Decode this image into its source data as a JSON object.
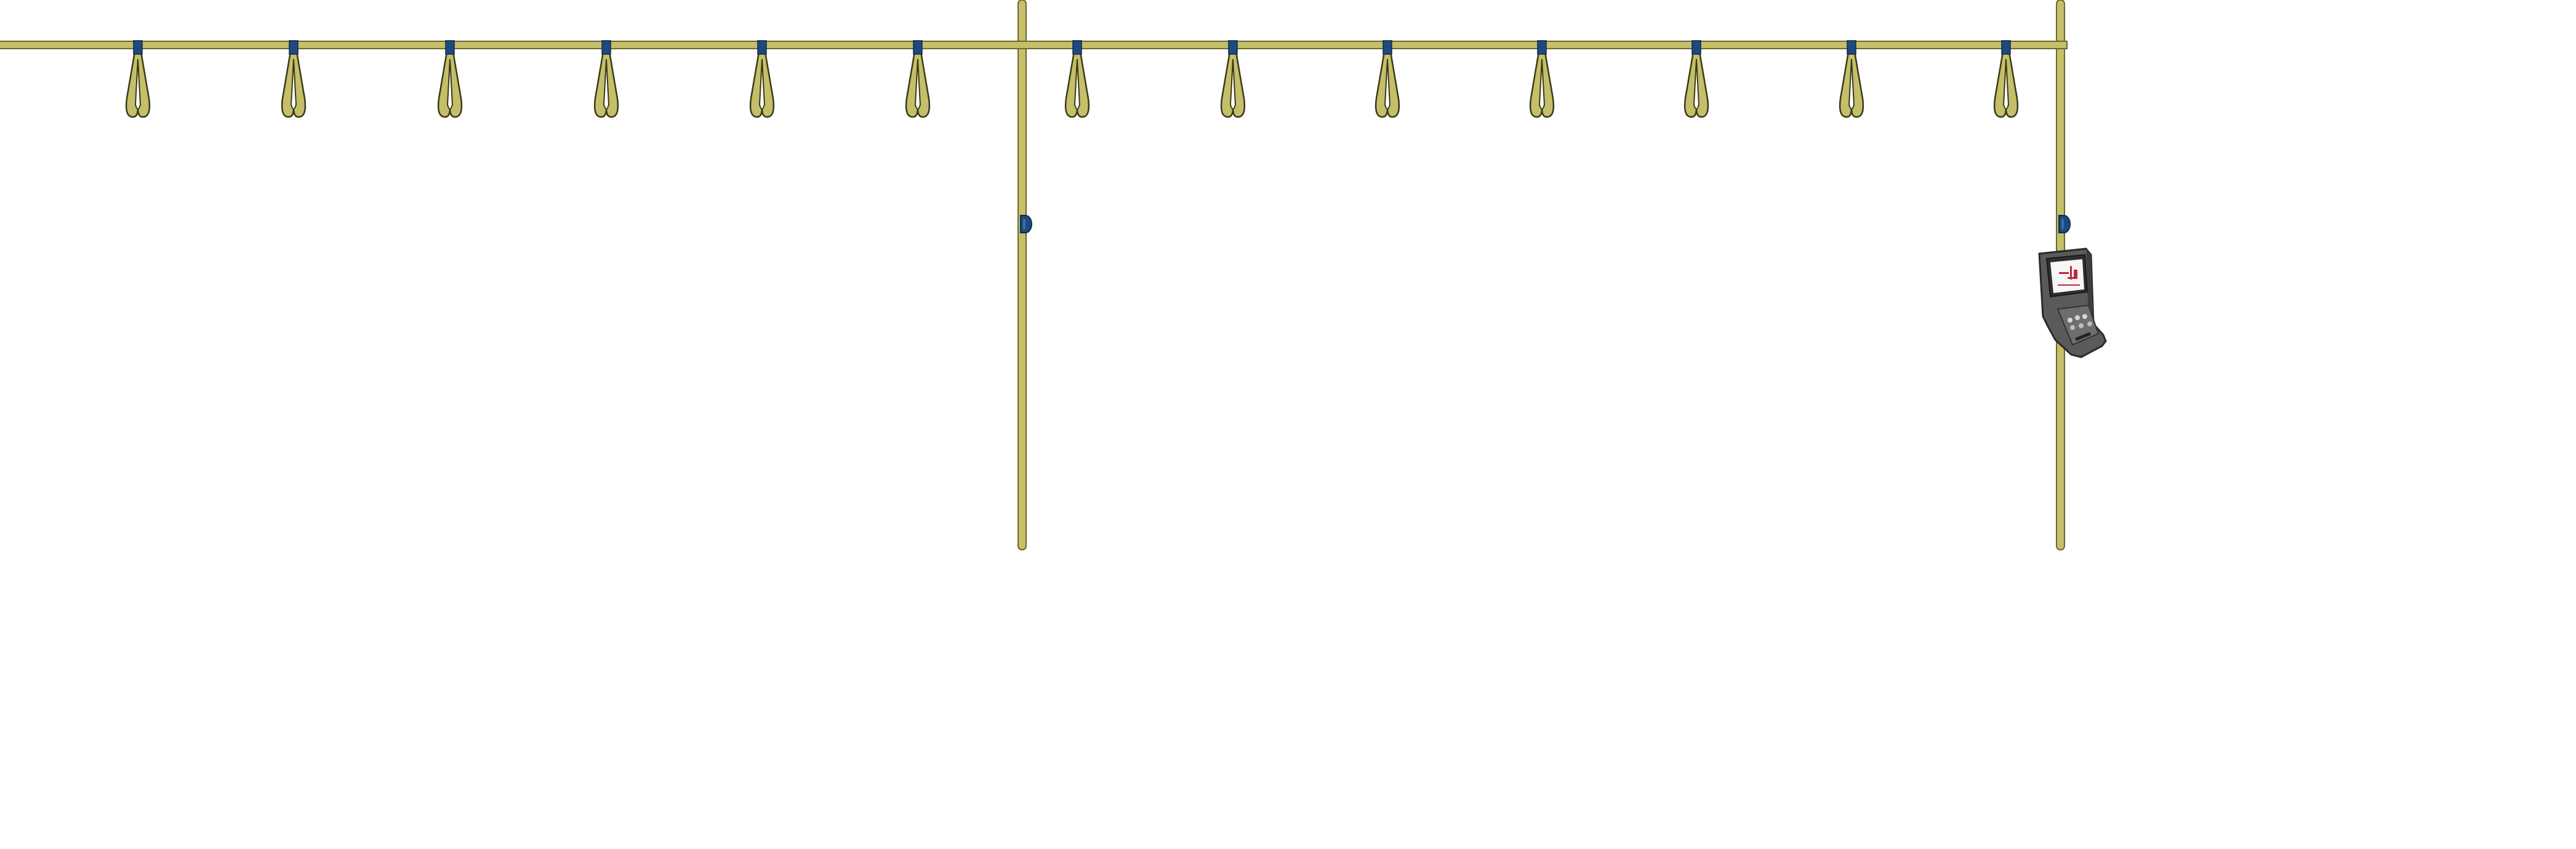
{
  "scene": {
    "colors": {
      "background": "#ffffff",
      "rail_fill": "#c4bf68",
      "rail_stroke": "#6b6830",
      "clip_fill": "#1c4a80",
      "strap_fill": "#c4bf68",
      "strap_stroke": "#3a3818",
      "device_body": "#5a5a5a",
      "device_screen_frame": "#2e2e2e",
      "device_screen": "#f6f6f6",
      "device_screen_mark": "#c0283c"
    },
    "rail": {
      "icon": "handrail"
    },
    "poles": [
      {
        "id": "pole-1",
        "icon": "vertical-pole",
        "has_clip": true,
        "has_device": false
      },
      {
        "id": "pole-2",
        "icon": "vertical-pole",
        "has_clip": true,
        "has_device": true
      }
    ],
    "straps_left_count": 6,
    "straps_right_count": 7,
    "device": {
      "icon": "ticket-validator-icon"
    }
  }
}
